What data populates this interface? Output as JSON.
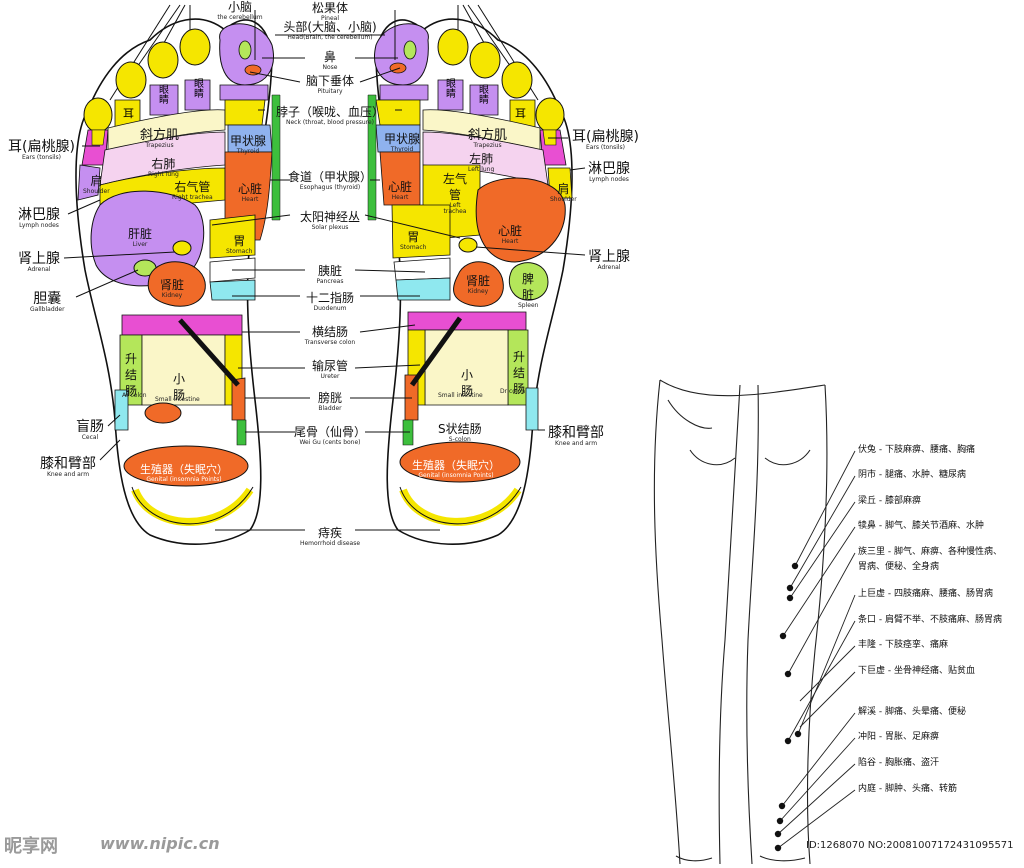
{
  "foot": {
    "center_labels": [
      {
        "id": "cerebellum",
        "zh": "小脑",
        "en": "the cerebellum"
      },
      {
        "id": "pineal",
        "zh": "松果体",
        "en": "Pineal"
      },
      {
        "id": "head",
        "zh": "头部(大脑、小脑)",
        "en": "Head(Brain, the cerebellum)"
      },
      {
        "id": "nose",
        "zh": "鼻",
        "en": "Nose"
      },
      {
        "id": "pituitary",
        "zh": "脑下垂体",
        "en": "Pituitary"
      },
      {
        "id": "neck",
        "zh": "脖子（喉咙、血压）",
        "en": "Neck (throat, blood pressure)"
      },
      {
        "id": "esophagus",
        "zh": "食道（甲状腺）",
        "en": "Esophagus (thyroid)"
      },
      {
        "id": "solar",
        "zh": "太阳神经丛",
        "en": "Solar plexus"
      },
      {
        "id": "pancreas",
        "zh": "胰脏",
        "en": "Pancreas"
      },
      {
        "id": "duodenum",
        "zh": "十二指肠",
        "en": "Duodenum"
      },
      {
        "id": "colon",
        "zh": "横结肠",
        "en": "Transverse colon"
      },
      {
        "id": "ureter",
        "zh": "输尿管",
        "en": "Ureter"
      },
      {
        "id": "bladder",
        "zh": "膀胱",
        "en": "Bladder"
      },
      {
        "id": "weigu",
        "zh": "尾骨（仙骨）",
        "en": "Wei Gu (cents bone)"
      },
      {
        "id": "hemorrhoid",
        "zh": "痔疾",
        "en": "Hemorrhoid disease"
      }
    ],
    "left_labels": [
      {
        "id": "ear_l",
        "zh": "耳(扁桃腺)",
        "en": "Ears (tonsils)"
      },
      {
        "id": "lymph_l",
        "zh": "淋巴腺",
        "en": "Lymph nodes"
      },
      {
        "id": "adrenal_l",
        "zh": "肾上腺",
        "en": "Adrenal"
      },
      {
        "id": "gall",
        "zh": "胆囊",
        "en": "Gallbladder"
      },
      {
        "id": "cecal",
        "zh": "盲肠",
        "en": "Cecal"
      },
      {
        "id": "knee_l",
        "zh": "膝和臂部",
        "en": "Knee and arm"
      }
    ],
    "right_labels": [
      {
        "id": "ear_r",
        "zh": "耳(扁桃腺)",
        "en": "Ears (tonsils)"
      },
      {
        "id": "lymph_r",
        "zh": "淋巴腺",
        "en": "Lymph nodes"
      },
      {
        "id": "adrenal_r",
        "zh": "肾上腺",
        "en": "Adrenal"
      },
      {
        "id": "knee_r",
        "zh": "膝和臂部",
        "en": "Knee and arm"
      }
    ],
    "zones": {
      "ear": "耳",
      "eyes": "眼睛",
      "trapezius_zh": "斜方肌",
      "trapezius_en": "Trapezius",
      "right_lung_zh": "右肺",
      "right_lung_en": "Right lung",
      "left_lung_zh": "左肺",
      "left_lung_en": "Left lung",
      "shoulder_zh": "肩",
      "shoulder_en": "Shoulder",
      "right_trachea_zh": "右气管",
      "right_trachea_en": "Right trachea",
      "left_trachea_zh": "左气管",
      "left_trachea_en": "Left trachea",
      "liver_zh": "肝脏",
      "liver_en": "Liver",
      "thyroid_zh": "甲状腺",
      "thyroid_en": "Thyroid",
      "heart_zh": "心脏",
      "heart_en": "Heart",
      "stomach_zh": "胃",
      "stomach_en": "Stomach",
      "kidney_zh": "肾脏",
      "kidney_en": "Kidney",
      "spleen_zh": "脾脏",
      "spleen_en": "Spleen",
      "ascending_zh": "升结肠",
      "ascending_en": "Ar colon",
      "descending_zh": "升结肠",
      "descending_en": "Dr colon",
      "small_intestine_zh": "小肠",
      "small_intestine_en": "Small intestine",
      "s_colon_zh": "S状结肠",
      "s_colon_en": "S-colon",
      "genital_zh": "生殖器（失眠穴）",
      "genital_en": "Genital (insomnia Points)"
    }
  },
  "legs": {
    "points": [
      {
        "name": "伏兔",
        "desc": "下肢麻痹、腰痛、胸痛"
      },
      {
        "name": "阴市",
        "desc": "腿痛、水肿、糖尿病"
      },
      {
        "name": "梁丘",
        "desc": "膝部麻痹"
      },
      {
        "name": "犊鼻",
        "desc": "脚气、膝关节酒麻、水肿"
      },
      {
        "name": "族三里",
        "desc": "脚气、麻痹、各种慢性病、"
      },
      {
        "name": "",
        "desc": "胃病、便秘、全身病"
      },
      {
        "name": "上巨虚",
        "desc": "四肢痛麻、腰痛、肠胃病"
      },
      {
        "name": "条口",
        "desc": "肩臂不举、不肢痛麻、肠胃病"
      },
      {
        "name": "丰隆",
        "desc": "下肢痉挛、痛麻"
      },
      {
        "name": "下巨虚",
        "desc": "坐骨神经痛、贴贫血"
      },
      {
        "name": "解溪",
        "desc": "脚痛、头晕痛、便秘"
      },
      {
        "name": "冲阳",
        "desc": "胃胀、足麻痹"
      },
      {
        "name": "陷谷",
        "desc": "胸胀痛、盗汗"
      },
      {
        "name": "内庭",
        "desc": "脚肿、头痛、转筋"
      }
    ]
  },
  "watermark": {
    "brand": "昵享网",
    "url": "www.nipic.cn",
    "id": "ID:1268070 NO:20081007172431095571"
  },
  "colors": {
    "yellow": "#f5e600",
    "purple": "#c58ff0",
    "orange": "#f06a28",
    "pink": "#f29ed6",
    "magenta": "#e84fd2",
    "blue": "#8fb2ee",
    "cyan": "#8fe8ef",
    "lime": "#b4e65a",
    "cream": "#faf6c8",
    "green": "#3dbf3d",
    "lightpink": "#f5d3ef",
    "offwhite": "#fffde6"
  }
}
